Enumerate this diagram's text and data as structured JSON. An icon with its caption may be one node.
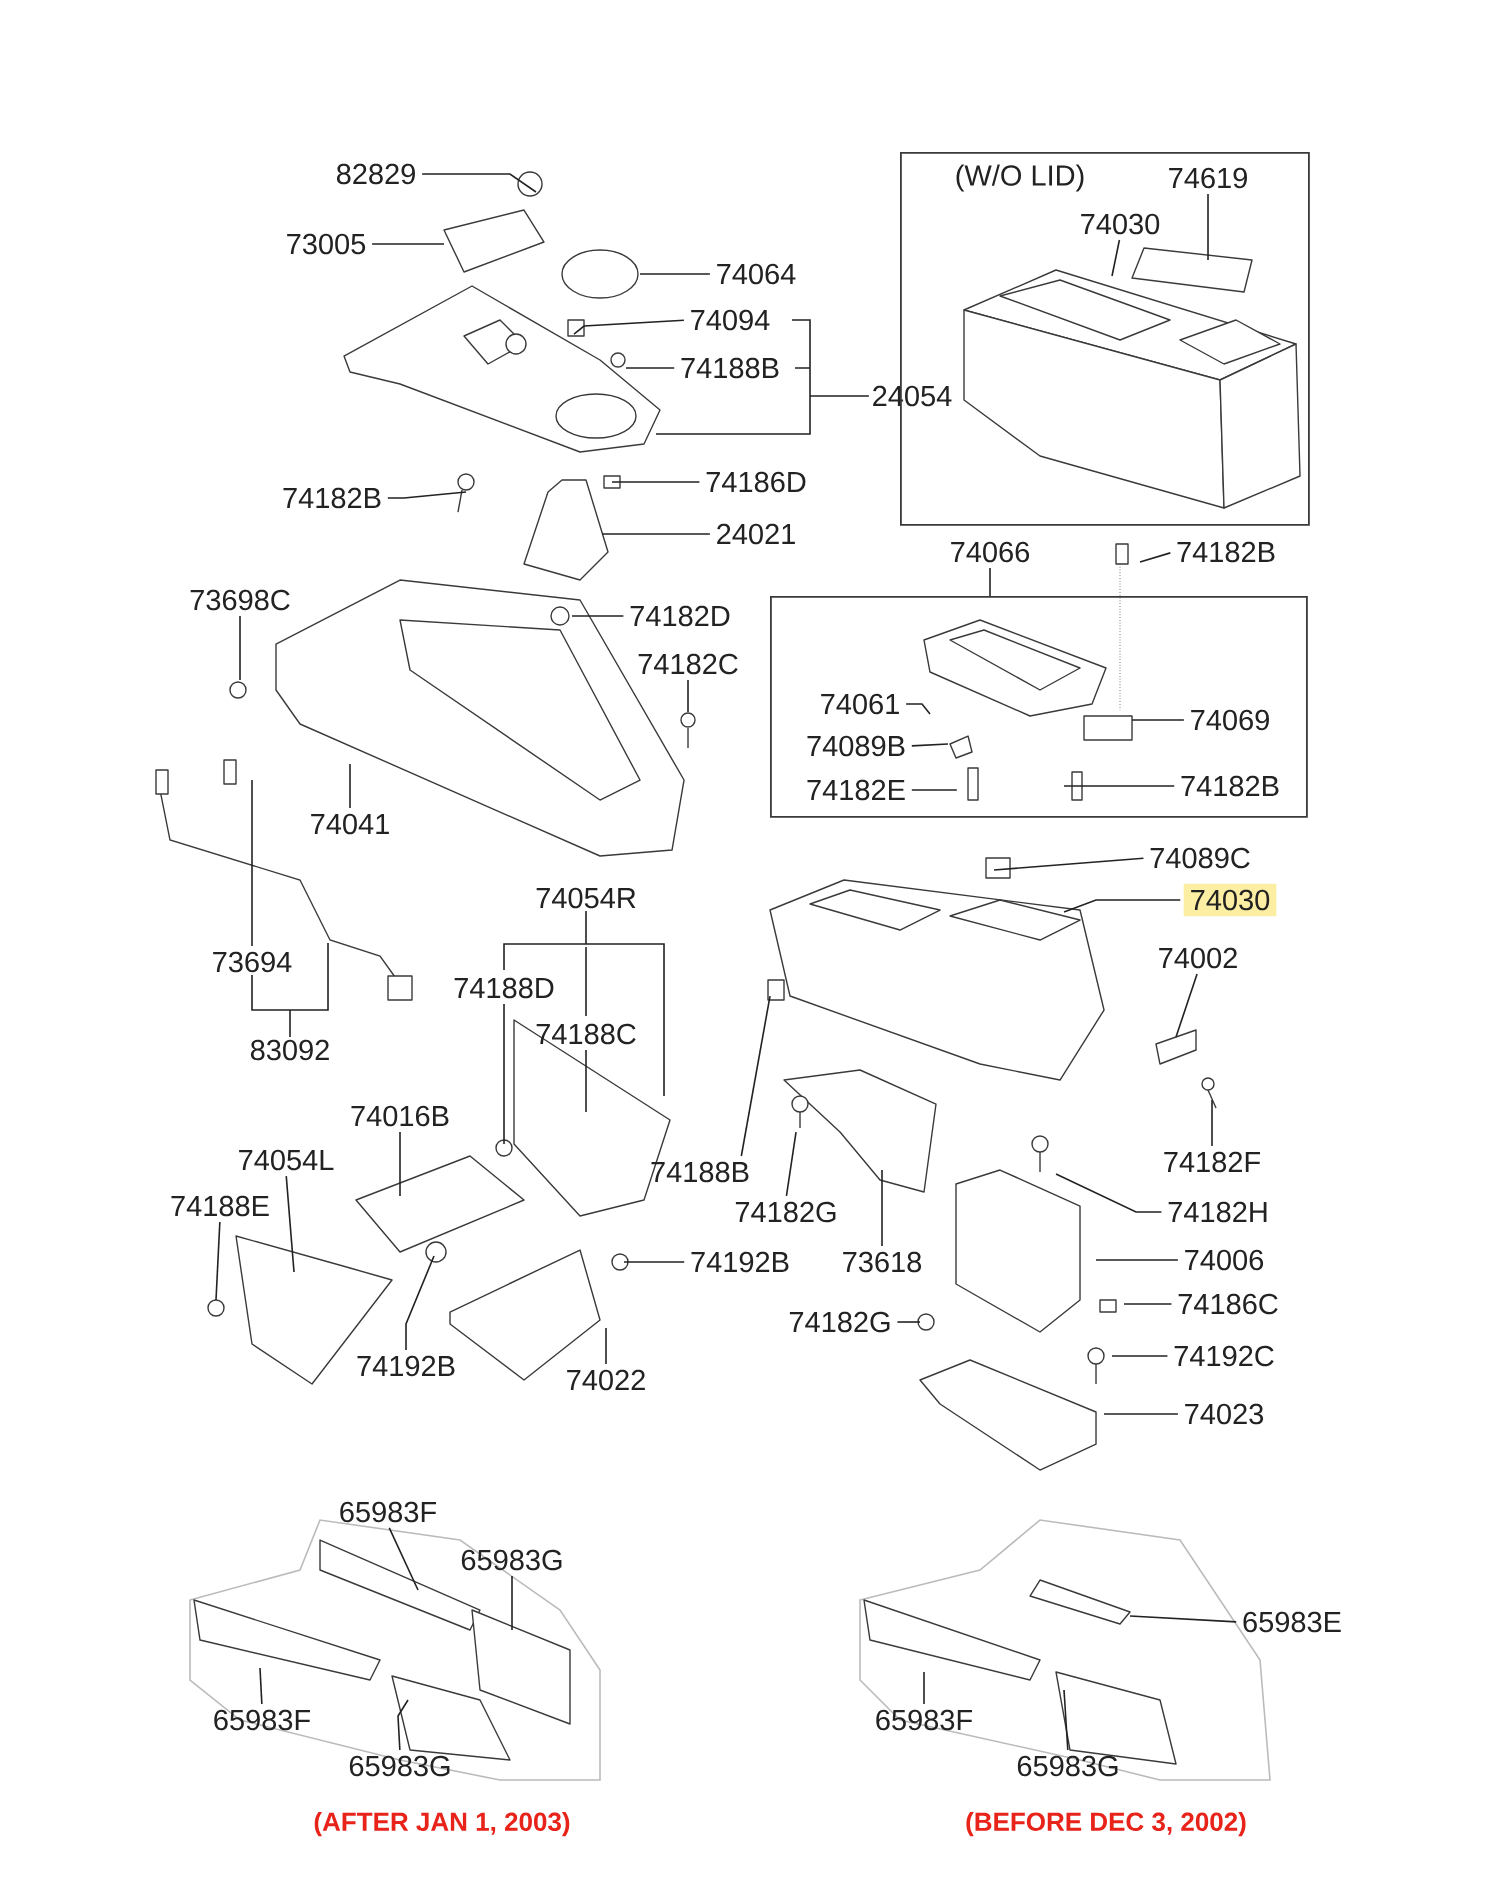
{
  "diagram": {
    "nodes": [
      {
        "text": [
          "82829"
        ]
      },
      {
        "text": [
          "73005"
        ]
      },
      {
        "text": [
          "74064"
        ]
      },
      {
        "text": [
          "74094"
        ]
      },
      {
        "text": [
          "74188B"
        ]
      },
      {
        "text": [
          "24054"
        ]
      },
      {
        "text": [
          "(W/O LID)"
        ]
      },
      {
        "text": [
          "74619"
        ],
        "in": 6
      },
      {
        "text": [
          "74030"
        ],
        "in": 6
      },
      {
        "text": [
          "74182B"
        ]
      },
      {
        "text": [
          "74186D"
        ]
      },
      {
        "text": [
          "24021"
        ]
      },
      {
        "text": [
          "74066"
        ]
      },
      {
        "text": [
          "74182B"
        ]
      },
      {
        "text": [],
        "shape": "box"
      },
      {
        "text": [
          "73698C"
        ]
      },
      {
        "text": [
          "74182D"
        ]
      },
      {
        "text": [
          "74182C"
        ]
      },
      {
        "text": [
          "74061"
        ],
        "in": 14
      },
      {
        "text": [
          "74089B"
        ],
        "in": 14
      },
      {
        "text": [
          "74069"
        ],
        "in": 14
      },
      {
        "text": [
          "74182E"
        ],
        "in": 14
      },
      {
        "text": [
          "74182B"
        ],
        "in": 14
      },
      {
        "text": [
          "74041"
        ]
      },
      {
        "text": [
          "74089C"
        ]
      },
      {
        "text": [
          "74030"
        ]
      },
      {
        "text": [
          "74054R"
        ]
      },
      {
        "text": [
          "73694"
        ]
      },
      {
        "text": [
          "74002"
        ]
      },
      {
        "text": [
          "74188D"
        ]
      },
      {
        "text": [
          "74188C"
        ]
      },
      {
        "text": [
          "83092"
        ]
      },
      {
        "text": [
          "74016B"
        ]
      },
      {
        "text": [
          "74188B"
        ]
      },
      {
        "text": [
          "74054L"
        ]
      },
      {
        "text": [
          "74182G"
        ]
      },
      {
        "text": [
          "74182F"
        ]
      },
      {
        "text": [
          "74188E"
        ]
      },
      {
        "text": [
          "74192B"
        ]
      },
      {
        "text": [
          "73618"
        ]
      },
      {
        "text": [
          "74182H"
        ]
      },
      {
        "text": [
          "74006"
        ]
      },
      {
        "text": [
          "74186C"
        ]
      },
      {
        "text": [
          "74192B"
        ]
      },
      {
        "text": [
          "74182G"
        ]
      },
      {
        "text": [
          "74022"
        ]
      },
      {
        "text": [
          "74192C"
        ]
      },
      {
        "text": [
          "74023"
        ]
      },
      {
        "text": [
          "65983F"
        ]
      },
      {
        "text": [
          "65983G"
        ]
      },
      {
        "text": [
          "65983E"
        ]
      },
      {
        "text": [
          "65983F"
        ]
      },
      {
        "text": [
          "65983G"
        ]
      },
      {
        "text": [
          "65983F"
        ]
      },
      {
        "text": [
          "65983G"
        ]
      }
    ],
    "edges": [
      {
        "from": 0,
        "to": null,
        "arrow": "none"
      },
      {
        "from": 1,
        "to": null,
        "arrow": "none"
      },
      {
        "from": 2,
        "to": null,
        "arrow": "none"
      },
      {
        "from": 3,
        "to": null,
        "arrow": "none"
      },
      {
        "from": 4,
        "to": null,
        "arrow": "none"
      },
      {
        "from": 5,
        "to": null,
        "arrow": "none"
      },
      {
        "from": 7,
        "to": null,
        "arrow": "none"
      },
      {
        "from": 8,
        "to": null,
        "arrow": "none"
      },
      {
        "from": 9,
        "to": null,
        "arrow": "none"
      },
      {
        "from": 10,
        "to": null,
        "arrow": "none"
      },
      {
        "from": 11,
        "to": null,
        "arrow": "none"
      },
      {
        "from": 12,
        "to": 14,
        "arrow": "none"
      },
      {
        "from": 13,
        "to": null,
        "arrow": "none"
      },
      {
        "from": 15,
        "to": null,
        "arrow": "none"
      },
      {
        "from": 16,
        "to": null,
        "arrow": "none"
      },
      {
        "from": 17,
        "to": null,
        "arrow": "none"
      },
      {
        "from": 18,
        "to": null,
        "arrow": "none"
      },
      {
        "from": 19,
        "to": null,
        "arrow": "none"
      },
      {
        "from": 20,
        "to": null,
        "arrow": "none"
      },
      {
        "from": 21,
        "to": null,
        "arrow": "none"
      },
      {
        "from": 22,
        "to": null,
        "arrow": "none"
      },
      {
        "from": 23,
        "to": null,
        "arrow": "none"
      },
      {
        "from": 24,
        "to": null,
        "arrow": "none"
      },
      {
        "from": 25,
        "to": null,
        "arrow": "none"
      },
      {
        "from": 26,
        "to": null,
        "arrow": "none"
      },
      {
        "from": 27,
        "to": null,
        "arrow": "none"
      },
      {
        "from": 28,
        "to": null,
        "arrow": "none"
      },
      {
        "from": 29,
        "to": null,
        "arrow": "none"
      },
      {
        "from": 30,
        "to": null,
        "arrow": "none"
      },
      {
        "from": 31,
        "to": 27,
        "arrow": "none"
      },
      {
        "from": 32,
        "to": null,
        "arrow": "none"
      },
      {
        "from": 33,
        "to": null,
        "arrow": "none"
      },
      {
        "from": 34,
        "to": null,
        "arrow": "none"
      },
      {
        "from": 35,
        "to": null,
        "arrow": "none"
      },
      {
        "from": 36,
        "to": null,
        "arrow": "none"
      },
      {
        "from": 37,
        "to": null,
        "arrow": "none"
      },
      {
        "from": 38,
        "to": null,
        "arrow": "none"
      },
      {
        "from": 39,
        "to": null,
        "arrow": "none"
      },
      {
        "from": 40,
        "to": null,
        "arrow": "none"
      },
      {
        "from": 41,
        "to": null,
        "arrow": "none"
      },
      {
        "from": 42,
        "to": null,
        "arrow": "none"
      },
      {
        "from": 43,
        "to": null,
        "arrow": "none"
      },
      {
        "from": 44,
        "to": null,
        "arrow": "none"
      },
      {
        "from": 45,
        "to": null,
        "arrow": "none"
      },
      {
        "from": 46,
        "to": null,
        "arrow": "none"
      },
      {
        "from": 47,
        "to": null,
        "arrow": "none"
      },
      {
        "from": 48,
        "to": null,
        "arrow": "none"
      },
      {
        "from": 49,
        "to": null,
        "arrow": "none"
      },
      {
        "from": 50,
        "to": null,
        "arrow": "none"
      },
      {
        "from": 51,
        "to": null,
        "arrow": "none"
      },
      {
        "from": 52,
        "to": null,
        "arrow": "none"
      },
      {
        "from": 53,
        "to": null,
        "arrow": "none"
      },
      {
        "from": 54,
        "to": null,
        "arrow": "none"
      }
    ],
    "labels": [
      "(AFTER JAN 1, 2003)",
      "(BEFORE DEC 3, 2002)"
    ]
  }
}
